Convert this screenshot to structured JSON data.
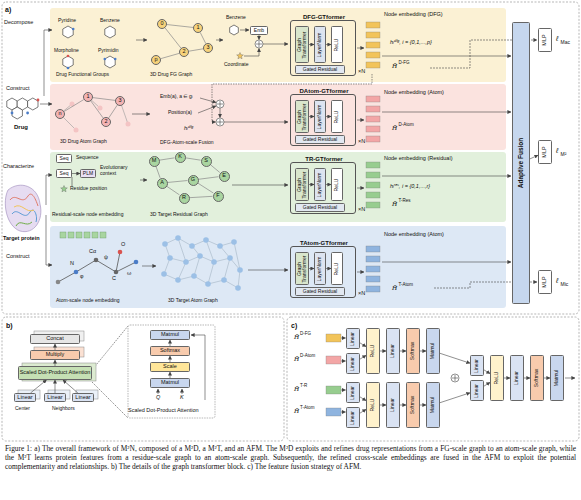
{
  "diagram": {
    "caption": "Figure 1: a) The overall framework of M²N, composed of a M²D, a M²T, and an AFM. The M²D exploits and refines drug representations from a FG-scale graph to an atom-scale graph, while the M²T learns protein features from a residue-scale graph to an atom-scale graph. Subsequently, the refined cross-scale embeddings are fused in the AFM to exploit the potential complementarity and relationships. b) The details of the graph transformer block. c) The feature fusion strategy of AFM.",
    "nodes": [
      {
        "text": [
          "DFG-GTformer",
          "×N"
        ]
      },
      {
        "text": [
          "Graph Transformer"
        ],
        "in": 0
      },
      {
        "text": [
          "LayerNorm"
        ],
        "in": 0
      },
      {
        "text": [
          "ReLU"
        ],
        "in": 0
      },
      {
        "text": [
          "Gated Residual"
        ],
        "in": 0
      },
      {
        "text": [
          "DAtom-GTformer",
          "×N"
        ]
      },
      {
        "text": [
          "Graph Transformer"
        ],
        "in": 5
      },
      {
        "text": [
          "LayerNorm"
        ],
        "in": 5
      },
      {
        "text": [
          "ReLU"
        ],
        "in": 5
      },
      {
        "text": [
          "Gated Residual"
        ],
        "in": 5
      },
      {
        "text": [
          "TR-GTformer",
          "×N"
        ]
      },
      {
        "text": [
          "Graph Transformer"
        ],
        "in": 10
      },
      {
        "text": [
          "LayerNorm"
        ],
        "in": 10
      },
      {
        "text": [
          "ReLU"
        ],
        "in": 10
      },
      {
        "text": [
          "Gated Residual"
        ],
        "in": 10
      },
      {
        "text": [
          "TAtom-GTformer",
          "×N"
        ]
      },
      {
        "text": [
          "Graph Transformer"
        ],
        "in": 15
      },
      {
        "text": [
          "LayerNorm"
        ],
        "in": 15
      },
      {
        "text": [
          "ReLU"
        ],
        "in": 15
      },
      {
        "text": [
          "Gated Residual"
        ],
        "in": 15
      },
      {
        "text": [
          "Emb"
        ]
      },
      {
        "text": [
          "Seq"
        ]
      },
      {
        "text": [
          "Seq"
        ]
      },
      {
        "text": [
          "PLM"
        ]
      },
      {
        "text": [
          "Adaptive Fusion"
        ]
      },
      {
        "text": [
          "MLP"
        ]
      },
      {
        "text": [
          "MLP"
        ]
      },
      {
        "text": [
          "MLP"
        ]
      },
      {
        "text": [
          "0"
        ]
      },
      {
        "text": [
          "1"
        ]
      },
      {
        "text": [
          "2"
        ]
      },
      {
        "text": [
          "3"
        ]
      },
      {
        "text": [
          "p"
        ]
      },
      {
        "text": [
          "1"
        ]
      },
      {
        "text": [
          "2"
        ]
      },
      {
        "text": [
          "3"
        ]
      },
      {
        "text": [
          "n"
        ]
      },
      {
        "text": [
          "M"
        ]
      },
      {
        "text": [
          "K"
        ]
      },
      {
        "text": [
          "S"
        ]
      },
      {
        "text": [
          "E"
        ]
      },
      {
        "text": [
          "A"
        ]
      },
      {
        "text": [
          "G"
        ]
      },
      {
        "text": [
          "F"
        ]
      },
      {
        "text": [
          "R"
        ]
      },
      {
        "text": [
          "Concat"
        ]
      },
      {
        "text": [
          "Multiply"
        ]
      },
      {
        "text": [
          "Scaled Dot-Product Attention"
        ]
      },
      {
        "text": [
          "Linear"
        ]
      },
      {
        "text": [
          "Linear"
        ]
      },
      {
        "text": [
          "Linear"
        ]
      },
      {
        "text": [
          "Matmul"
        ]
      },
      {
        "text": [
          "Softmax"
        ]
      },
      {
        "text": [
          "Scale"
        ]
      },
      {
        "text": [
          "Matmul"
        ]
      },
      {
        "text": [
          "Linear"
        ]
      },
      {
        "text": [
          "Linear"
        ]
      },
      {
        "text": [
          "ReLU"
        ]
      },
      {
        "text": [
          "Linear"
        ]
      },
      {
        "text": [
          "Softmax"
        ]
      },
      {
        "text": [
          "Matmul"
        ]
      },
      {
        "text": [
          "Linear"
        ]
      },
      {
        "text": [
          "Linear"
        ]
      },
      {
        "text": [
          "ReLU"
        ]
      },
      {
        "text": [
          "Linear"
        ]
      },
      {
        "text": [
          "Softmax"
        ]
      },
      {
        "text": [
          "Matmul"
        ]
      },
      {
        "text": [
          "Linear"
        ]
      },
      {
        "text": [
          "Linear"
        ]
      },
      {
        "text": [
          "ReLU"
        ]
      },
      {
        "text": [
          "Linear"
        ]
      },
      {
        "text": [
          "Softmax"
        ]
      },
      {
        "text": [
          "Matmul"
        ]
      }
    ],
    "edges": [
      {
        "from": 1,
        "to": 2,
        "arrow": "to"
      },
      {
        "from": 2,
        "to": 3,
        "arrow": "to"
      },
      {
        "from": 6,
        "to": 7,
        "arrow": "to"
      },
      {
        "from": 7,
        "to": 8,
        "arrow": "to"
      },
      {
        "from": 11,
        "to": 12,
        "arrow": "to"
      },
      {
        "from": 12,
        "to": 13,
        "arrow": "to"
      },
      {
        "from": 16,
        "to": 17,
        "arrow": "to"
      },
      {
        "from": 17,
        "to": 18,
        "arrow": "to"
      },
      {
        "from": 22,
        "to": 23,
        "arrow": "to"
      },
      {
        "from": 24,
        "to": 26,
        "arrow": "to"
      },
      {
        "from": 28,
        "to": 29,
        "arrow": "none"
      },
      {
        "from": 28,
        "to": 30,
        "arrow": "none"
      },
      {
        "from": 29,
        "to": 31,
        "arrow": "none"
      },
      {
        "from": 30,
        "to": 31,
        "arrow": "none"
      },
      {
        "from": 30,
        "to": 32,
        "arrow": "none"
      },
      {
        "from": 36,
        "to": 33,
        "arrow": "none"
      },
      {
        "from": 33,
        "to": 35,
        "arrow": "none"
      },
      {
        "from": 35,
        "to": 34,
        "arrow": "none"
      },
      {
        "from": 33,
        "to": 34,
        "arrow": "none"
      },
      {
        "from": 37,
        "to": 38,
        "arrow": "none"
      },
      {
        "from": 38,
        "to": 39,
        "arrow": "none"
      },
      {
        "from": 39,
        "to": 40,
        "arrow": "none"
      },
      {
        "from": 37,
        "to": 41,
        "arrow": "none"
      },
      {
        "from": 41,
        "to": 42,
        "arrow": "none"
      },
      {
        "from": 42,
        "to": 40,
        "arrow": "none"
      },
      {
        "from": 42,
        "to": 43,
        "arrow": "none"
      },
      {
        "from": 41,
        "to": 44,
        "arrow": "none"
      },
      {
        "from": 44,
        "to": 43,
        "arrow": "none"
      },
      {
        "from": 48,
        "to": 47,
        "arrow": "to"
      },
      {
        "from": 49,
        "to": 47,
        "arrow": "to"
      },
      {
        "from": 50,
        "to": 47,
        "arrow": "to"
      },
      {
        "from": 47,
        "to": 46,
        "arrow": "to"
      },
      {
        "from": 46,
        "to": 45,
        "arrow": "to"
      },
      {
        "from": 54,
        "to": 53,
        "arrow": "to"
      },
      {
        "from": 53,
        "to": 52,
        "arrow": "to"
      },
      {
        "from": 52,
        "to": 51,
        "arrow": "to"
      },
      {
        "from": 55,
        "to": 57,
        "arrow": "to"
      },
      {
        "from": 56,
        "to": 57,
        "arrow": "to"
      },
      {
        "from": 57,
        "to": 58,
        "arrow": "to"
      },
      {
        "from": 58,
        "to": 59,
        "arrow": "to"
      },
      {
        "from": 59,
        "to": 60,
        "arrow": "to"
      },
      {
        "from": 61,
        "to": 63,
        "arrow": "to"
      },
      {
        "from": 62,
        "to": 63,
        "arrow": "to"
      },
      {
        "from": 63,
        "to": 64,
        "arrow": "to"
      },
      {
        "from": 64,
        "to": 65,
        "arrow": "to"
      },
      {
        "from": 65,
        "to": 66,
        "arrow": "to"
      },
      {
        "from": 60,
        "to": 67,
        "arrow": "to"
      },
      {
        "from": 66,
        "to": 68,
        "arrow": "to"
      },
      {
        "from": 67,
        "to": 69,
        "arrow": "to"
      },
      {
        "from": 68,
        "to": 69,
        "arrow": "to"
      },
      {
        "from": 69,
        "to": 70,
        "arrow": "to"
      },
      {
        "from": 70,
        "to": 71,
        "arrow": "to"
      },
      {
        "from": 71,
        "to": 72,
        "arrow": "to"
      }
    ],
    "labels": [
      "a)",
      "Decompose",
      "Construct",
      "Drug",
      "Characterize",
      "Construct",
      "Target protein",
      "Pyridine",
      "Benzene",
      "Morpholine",
      "Pyrimidin",
      "Drug Functional Groups",
      "3D Drug FG Graph",
      "Benzene",
      "Coordinate",
      "Node embedding (DFG)",
      "hᵢᵈᶠᵍ, i = {0,1,...,p}",
      "H̄",
      "D-FG",
      "3D Drug Atom Graph",
      "Emb(a), a ∈ gᵢ",
      "Position(a)",
      "hᵢᵈᶠᵍ",
      "DFG-Atom-scale Fusion",
      "Node embedding (Atom)",
      "H̄",
      "D-Atom",
      "Sequence",
      "Evolutionary context",
      "Residue position",
      "Residual-scale node embedding",
      "3D Target Residual Graph",
      "Node embedding (Residual)",
      "hᵢʳᵉˢ, i = {0,1,...,r}",
      "H̄",
      "T-Res",
      "N",
      "Cα",
      "C",
      "O",
      "φ",
      "ψ",
      "ω",
      "Atom-scale node embedding",
      "3D Target Atom Graph",
      "Node embedding (Atom)",
      "H̄",
      "T-Atom",
      "ℓ",
      "Mac",
      "ℓ",
      "M²",
      "ℓ",
      "Mic",
      "b)",
      "Center",
      "Neighbors",
      "Q",
      "K",
      "Scaled Dot-Product Attention",
      "c)",
      "H̄",
      "D-FG",
      "H̄",
      "D-Atom",
      "H̄",
      "T-R",
      "H̄",
      "T-Atom"
    ]
  }
}
